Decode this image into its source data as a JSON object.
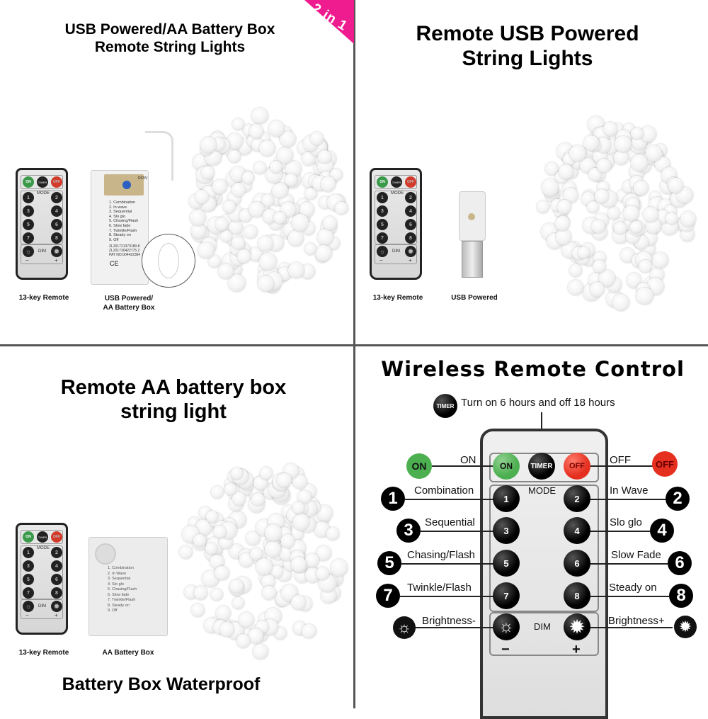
{
  "badge": "2 in 1",
  "q1": {
    "title_line1": "USB Powered/AA Battery Box",
    "title_line2": "Remote String Lights",
    "caption_remote": "13-key Remote",
    "caption_box_line1": "USB Powered/",
    "caption_box_line2": "AA Battery Box",
    "box_modes": [
      "1. Combination",
      "2. In wave",
      "3. Sequential",
      "4. Slo glo",
      "5. Chasing/Flash",
      "6. Slow fade",
      "7. Twinkle/Flash",
      "8. Steady on",
      "9. Off"
    ],
    "box_codes": [
      "ZL201721370189.8",
      "ZL201730422775.2",
      "PAT NO.004422384"
    ],
    "box_ce": "CE",
    "box_spec": "DC5V"
  },
  "q2": {
    "title_line1": "Remote USB Powered",
    "title_line2": "String Lights",
    "caption_remote": "13-key Remote",
    "caption_usb": "USB Powered"
  },
  "q3": {
    "title_line1": "Remote AA battery box",
    "title_line2": "string light",
    "caption_remote": "13-key Remote",
    "caption_box": "AA Battery Box",
    "footer": "Battery Box Waterproof",
    "box_modes": [
      "1. Combination",
      "2. In Wave",
      "3. Sequential",
      "4. Slo glo",
      "5. Chasing/Flash",
      "6. Slow fade",
      "7. Twinkle/Flash",
      "8. Steady on",
      "9. Off"
    ]
  },
  "small_remote": {
    "on": "ON",
    "timer": "TIMER",
    "off": "OFF",
    "mode": "MODE",
    "dim": "DIM",
    "minus": "−",
    "plus": "+",
    "numbers": [
      "1",
      "2",
      "3",
      "4",
      "5",
      "6",
      "7",
      "8"
    ]
  },
  "q4": {
    "title": "Wireless Remote Control",
    "timer_icon": "TIMER",
    "timer_desc": "Turn on 6 hours and off 18 hours",
    "on_icon": "ON",
    "on_label": "ON",
    "off_icon": "OFF",
    "off_label": "OFF",
    "btn_on": "ON",
    "btn_timer": "TIMER",
    "btn_off": "OFF",
    "mode": "MODE",
    "dim": "DIM",
    "minus": "−",
    "plus": "+",
    "modes": [
      {
        "n": "1",
        "label": "Combination"
      },
      {
        "n": "2",
        "label": "In Wave"
      },
      {
        "n": "3",
        "label": "Sequential"
      },
      {
        "n": "4",
        "label": "Slo glo"
      },
      {
        "n": "5",
        "label": "Chasing/Flash"
      },
      {
        "n": "6",
        "label": "Slow Fade"
      },
      {
        "n": "7",
        "label": "Twinkle/Flash"
      },
      {
        "n": "8",
        "label": "Steady on"
      }
    ],
    "brightness_minus": "Brightness-",
    "brightness_plus": "Brightness+"
  },
  "colors": {
    "badge": "#ee1c8e",
    "on_green": "#4caf50",
    "off_red": "#e53020",
    "divider": "#555555"
  }
}
